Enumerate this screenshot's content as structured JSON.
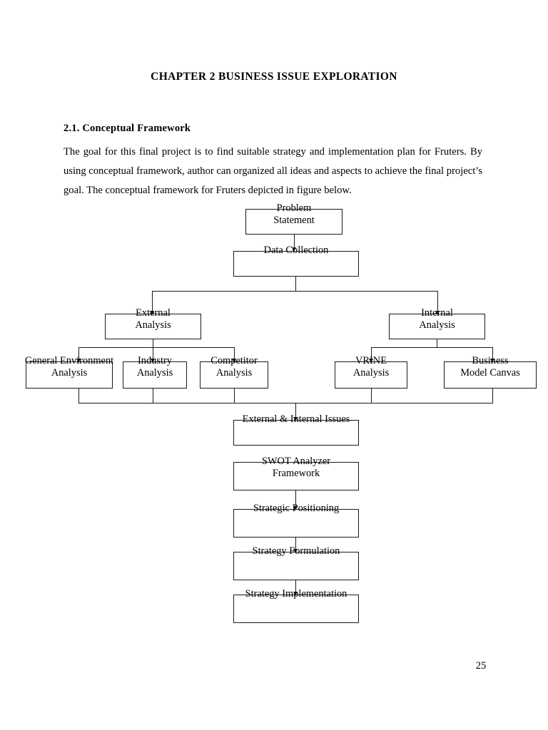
{
  "document": {
    "chapter_title": "CHAPTER 2 BUSINESS ISSUE EXPLORATION",
    "section_heading": "2.1. Conceptual Framework",
    "body_paragraph": "The goal for this final project is to find suitable strategy and implementation plan for Fruters. By using conceptual framework, author can organized all ideas and aspects to achieve the final project’s goal. The conceptual framework for Fruters depicted in figure below.",
    "page_number": "25"
  },
  "diagram": {
    "type": "flowchart",
    "orientation": "top-down",
    "nodes": {
      "problem_statement": {
        "line1": "Problem",
        "line2": "Statement"
      },
      "data_collection": {
        "line1": "Data Collection"
      },
      "external_analysis": {
        "line1": "External",
        "line2": "Analysis"
      },
      "internal_analysis": {
        "line1": "Internal",
        "line2": "Analysis"
      },
      "general_environment": {
        "line1": "General Environment",
        "line2": "Analysis"
      },
      "industry": {
        "line1": "Industry",
        "line2": "Analysis"
      },
      "competitor": {
        "line1": "Competitor",
        "line2": "Analysis"
      },
      "vrine": {
        "line1": "VRINE",
        "line2": "Analysis"
      },
      "business_model_canvas": {
        "line1": "Business",
        "line2": "Model Canvas"
      },
      "external_internal_issues": {
        "line1": "External & Internal Issues"
      },
      "swot": {
        "line1": "SWOT Analyzer",
        "line2": "Framework"
      },
      "strategic_positioning": {
        "line1": "Strategic Positioning"
      },
      "strategy_formulation": {
        "line1": "Strategy Formulation"
      },
      "strategy_implementation": {
        "line1": "Strategy Implementation"
      }
    },
    "edges": [
      {
        "from": "problem_statement",
        "to": "data_collection"
      },
      {
        "from": "data_collection",
        "to": "external_analysis"
      },
      {
        "from": "data_collection",
        "to": "internal_analysis"
      },
      {
        "from": "external_analysis",
        "to": "general_environment"
      },
      {
        "from": "external_analysis",
        "to": "industry"
      },
      {
        "from": "external_analysis",
        "to": "competitor"
      },
      {
        "from": "internal_analysis",
        "to": "vrine"
      },
      {
        "from": "internal_analysis",
        "to": "business_model_canvas"
      },
      {
        "from": "general_environment",
        "to": "external_internal_issues"
      },
      {
        "from": "industry",
        "to": "external_internal_issues"
      },
      {
        "from": "competitor",
        "to": "external_internal_issues"
      },
      {
        "from": "vrine",
        "to": "external_internal_issues"
      },
      {
        "from": "business_model_canvas",
        "to": "external_internal_issues"
      },
      {
        "from": "external_internal_issues",
        "to": "swot"
      },
      {
        "from": "swot",
        "to": "strategic_positioning"
      },
      {
        "from": "strategic_positioning",
        "to": "strategy_formulation"
      },
      {
        "from": "strategy_formulation",
        "to": "strategy_implementation"
      }
    ],
    "colors": {
      "stroke": "#1a1a1a",
      "fill": "#ffffff",
      "text": "#000000"
    }
  }
}
